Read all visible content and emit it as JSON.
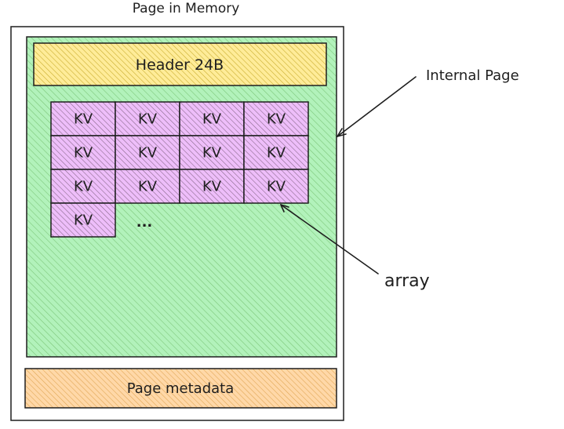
{
  "frame": {
    "title": "Page in Memory"
  },
  "internal_page": {
    "header_label": "Header 24B",
    "kv_label": "KV",
    "kv_count": 13,
    "kv_columns": 4,
    "ellipsis": "...",
    "callout": "Internal Page"
  },
  "array": {
    "callout": "array"
  },
  "metadata": {
    "label": "Page metadata"
  },
  "colors": {
    "stroke": "#1e1e1e",
    "internal_fill": "#b2f2bb",
    "internal_hatch": "#7dc77a",
    "header_fill": "#ffec99",
    "header_hatch": "#c9ad2f",
    "kv_fill": "#eebefa",
    "kv_hatch": "#8a6a8c",
    "metadata_fill": "#ffd8a8",
    "metadata_hatch": "#e0a655"
  }
}
